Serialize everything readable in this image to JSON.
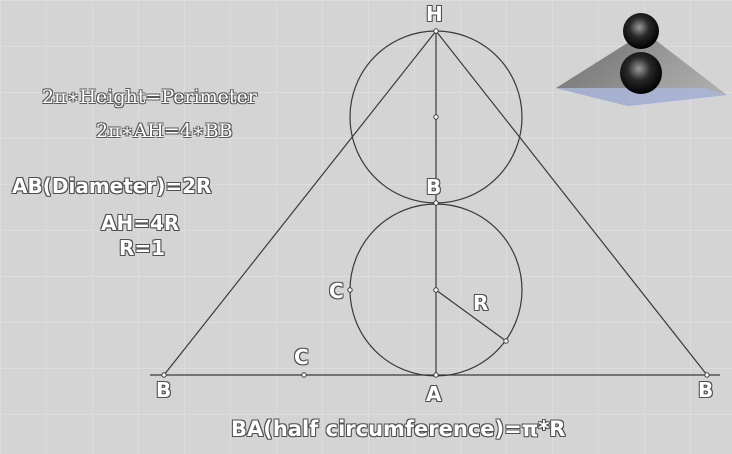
{
  "equations": {
    "line1": "2π∗Height=Perimeter",
    "line2": "2π∗AH=4∗BB",
    "line3": "AB(Diameter)=2R",
    "line4": "AH=4R",
    "line5": "R=1",
    "bottom": "BA(half circumference)=π*R"
  },
  "points": {
    "H": "H",
    "B_mid": "B",
    "C_circle": "C",
    "R_label": "R",
    "C_base": "C",
    "B_left": "B",
    "A": "A",
    "B_right": "B"
  },
  "colors": {
    "background": "#d4d4d4",
    "stroke": "#3a3a3a",
    "text": "#ffffff"
  }
}
